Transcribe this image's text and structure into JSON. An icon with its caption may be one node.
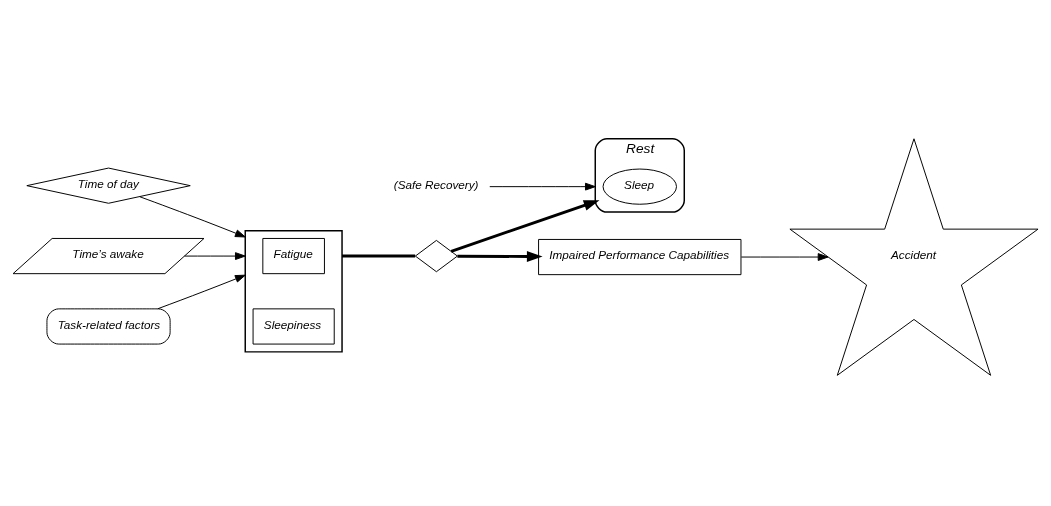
{
  "diagram": {
    "nodes": [
      {
        "text": [
          "Time of day"
        ]
      },
      {
        "text": [
          "Time’s awake"
        ]
      },
      {
        "text": [
          "Task-related factors"
        ]
      },
      {
        "text": [],
        "shape": "box"
      },
      {
        "text": [
          "Fatigue"
        ],
        "in": 3
      },
      {
        "text": [
          "Sleepiness"
        ],
        "in": 3
      },
      {
        "text": [],
        "shape": "diamond"
      },
      {
        "text": [
          "Rest"
        ]
      },
      {
        "text": [
          "Sleep"
        ],
        "in": 7
      },
      {
        "text": [
          "Impaired Performance Capabilities"
        ]
      },
      {
        "text": [
          "Accident"
        ]
      },
      {
        "text": [
          "(Safe Recovery)"
        ]
      }
    ],
    "edges": [
      {
        "from": 0,
        "to": 3,
        "arrow": "to"
      },
      {
        "from": 1,
        "to": 3,
        "arrow": "to"
      },
      {
        "from": 2,
        "to": 3,
        "arrow": "to"
      },
      {
        "from": 3,
        "to": 6,
        "arrow": "none",
        "style": "thick"
      },
      {
        "from": 6,
        "to": 7,
        "arrow": "to",
        "style": "thick"
      },
      {
        "from": 6,
        "to": 9,
        "arrow": "to",
        "style": "thick"
      },
      {
        "from": 9,
        "to": 10,
        "arrow": "to"
      },
      {
        "from": 11,
        "to": 7,
        "arrow": "to"
      }
    ]
  }
}
